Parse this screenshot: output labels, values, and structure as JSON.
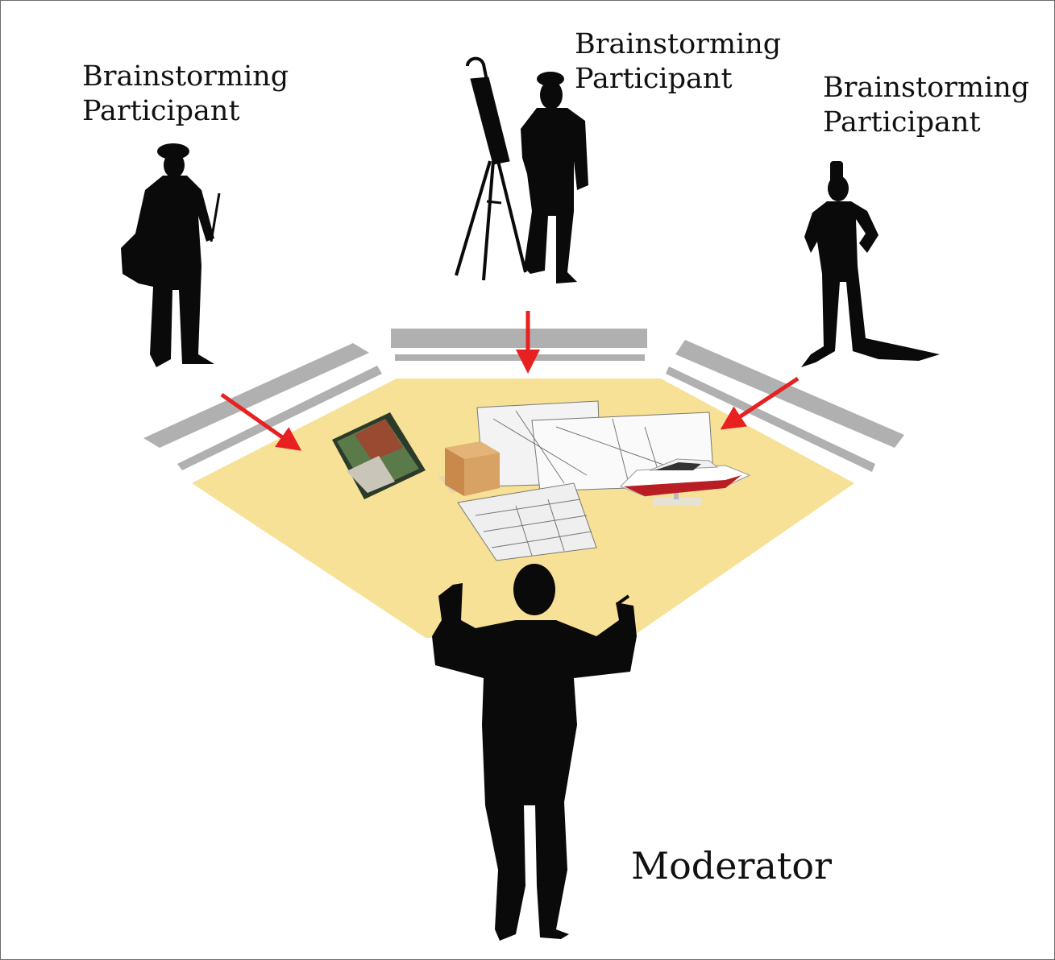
{
  "participants": [
    {
      "line1": "Brainstorming",
      "line2": "Participant"
    },
    {
      "line1": "Brainstorming",
      "line2": "Participant"
    },
    {
      "line1": "Brainstorming",
      "line2": "Participant"
    }
  ],
  "moderator": {
    "label": "Moderator"
  },
  "colors": {
    "table": "#f7e196",
    "rails": "#b0b0b0",
    "arrow": "#e8201f",
    "silhouette": "#0a0a0a",
    "frame": "#6b6b6b"
  },
  "icons": [
    "participant-soldier-silhouette",
    "participant-painter-silhouette",
    "participant-diver-silhouette",
    "moderator-conductor-silhouette",
    "easel-icon",
    "photo-icon",
    "wood-block-icon",
    "blueprint-icon",
    "yacht-model-icon"
  ]
}
